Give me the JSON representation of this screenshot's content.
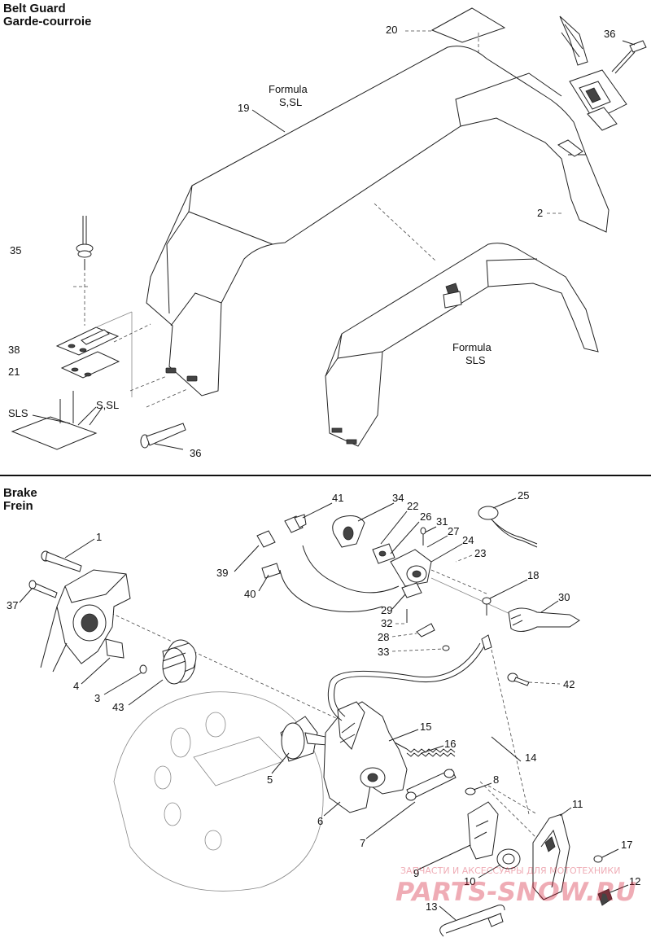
{
  "sections": {
    "belt_guard": {
      "title_en": "Belt Guard",
      "title_fr": "Garde-courroie"
    },
    "brake": {
      "title_en": "Brake",
      "title_fr": "Frein"
    }
  },
  "labels": {
    "formula_s_sl_line1": "Formula",
    "formula_s_sl_line2": "S,SL",
    "formula_sls_line1": "Formula",
    "formula_sls_line2": "SLS",
    "sls": "SLS",
    "s_sl": "S,SL"
  },
  "belt_refs": {
    "r20": "20",
    "r36a": "36",
    "r19": "19",
    "r2": "2",
    "r35": "35",
    "r38": "38",
    "r21": "21",
    "r36b": "36"
  },
  "brake_refs": {
    "r1": "1",
    "r37": "37",
    "r4": "4",
    "r3": "3",
    "r43": "43",
    "r41": "41",
    "r34": "34",
    "r22": "22",
    "r26": "26",
    "r31": "31",
    "r27": "27",
    "r24": "24",
    "r23": "23",
    "r25": "25",
    "r39": "39",
    "r40": "40",
    "r29": "29",
    "r32": "32",
    "r28": "28",
    "r33": "33",
    "r18": "18",
    "r30": "30",
    "r42": "42",
    "r15": "15",
    "r16": "16",
    "r14": "14",
    "r5": "5",
    "r6": "6",
    "r8": "8",
    "r11": "11",
    "r7": "7",
    "r17": "17",
    "r9": "9",
    "r10": "10",
    "r12": "12",
    "r13": "13"
  },
  "watermark": {
    "top_text": "ЗАПЧАСТИ И АКСЕССУАРЫ ДЛЯ МОТОТЕХНИКИ",
    "logo_text": "PARTS-SNOW.RU"
  },
  "colors": {
    "ink": "#222222",
    "watermark": "#d0112b",
    "background": "#ffffff"
  }
}
